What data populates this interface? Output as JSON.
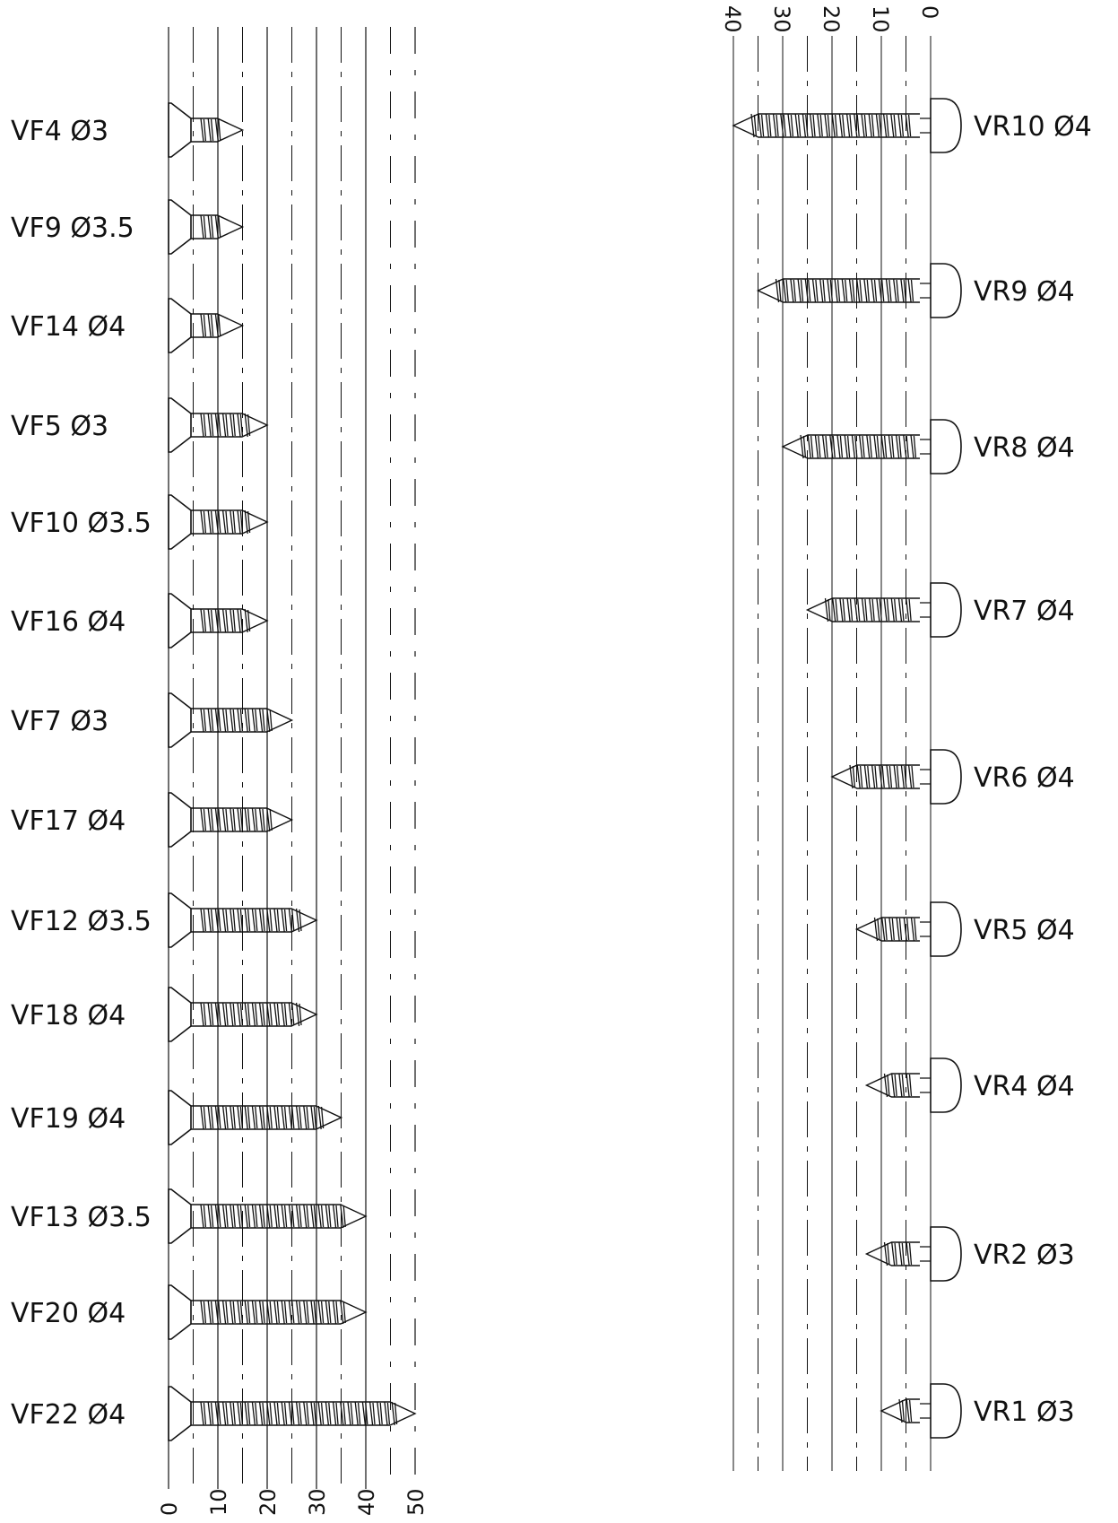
{
  "countersunk_scale": {
    "ticks": [
      "0",
      "10",
      "20",
      "30",
      "40",
      "50"
    ]
  },
  "pan_scale": {
    "ticks": [
      "0",
      "10",
      "20",
      "30",
      "40"
    ]
  },
  "countersunk_screws": [
    {
      "label": "VF4 Ø3",
      "length": 15
    },
    {
      "label": "VF9 Ø3.5",
      "length": 15
    },
    {
      "label": "VF14 Ø4",
      "length": 15
    },
    {
      "label": "VF5 Ø3",
      "length": 20
    },
    {
      "label": "VF10 Ø3.5",
      "length": 20
    },
    {
      "label": "VF16 Ø4",
      "length": 20
    },
    {
      "label": "VF7 Ø3",
      "length": 25
    },
    {
      "label": "VF17 Ø4",
      "length": 25
    },
    {
      "label": "VF12 Ø3.5",
      "length": 30
    },
    {
      "label": "VF18 Ø4",
      "length": 30
    },
    {
      "label": "VF19 Ø4",
      "length": 35
    },
    {
      "label": "VF13 Ø3.5",
      "length": 40
    },
    {
      "label": "VF20 Ø4",
      "length": 40
    },
    {
      "label": "VF22 Ø4",
      "length": 50
    }
  ],
  "pan_screws": [
    {
      "label": "VR10 Ø4",
      "length": 40
    },
    {
      "label": "VR9 Ø4",
      "length": 35
    },
    {
      "label": "VR8 Ø4",
      "length": 30
    },
    {
      "label": "VR7 Ø4",
      "length": 25
    },
    {
      "label": "VR6 Ø4",
      "length": 20
    },
    {
      "label": "VR5 Ø4",
      "length": 15
    },
    {
      "label": "VR4 Ø4",
      "length": 13
    },
    {
      "label": "VR2 Ø3",
      "length": 13
    },
    {
      "label": "VR1 Ø3",
      "length": 10
    }
  ]
}
